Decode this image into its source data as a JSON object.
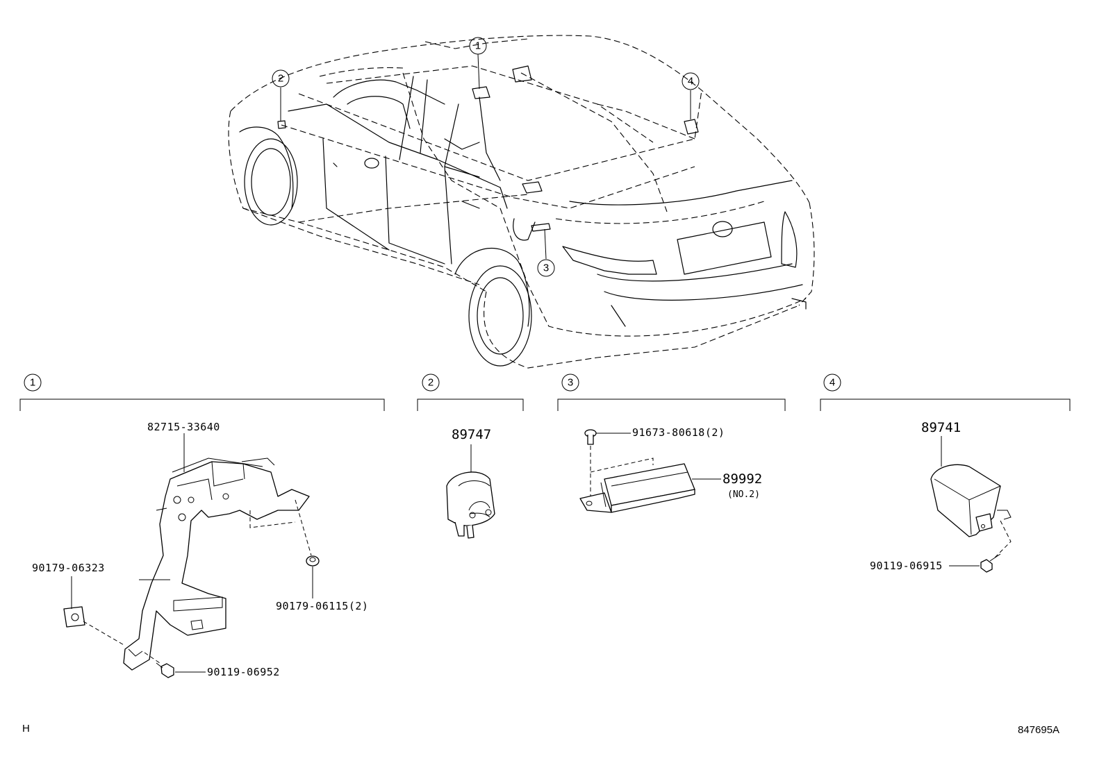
{
  "callouts": {
    "c1": "1",
    "c2": "2",
    "c3": "3",
    "c4": "4"
  },
  "sections": {
    "s1": {
      "number": "1",
      "parts": {
        "bracket": "82715-33640",
        "nut_left": "90179-06323",
        "nut_right": "90179-06115(2)",
        "bolt": "90119-06952"
      }
    },
    "s2": {
      "number": "2",
      "parts": {
        "sensor": "89747"
      }
    },
    "s3": {
      "number": "3",
      "parts": {
        "bolt": "91673-80618(2)",
        "module": "89992",
        "module_note": "(NO.2)"
      }
    },
    "s4": {
      "number": "4",
      "parts": {
        "unit": "89741",
        "bolt": "90119-06915"
      }
    }
  },
  "footer": {
    "left_code": "H",
    "illustration_id": "847695A"
  }
}
